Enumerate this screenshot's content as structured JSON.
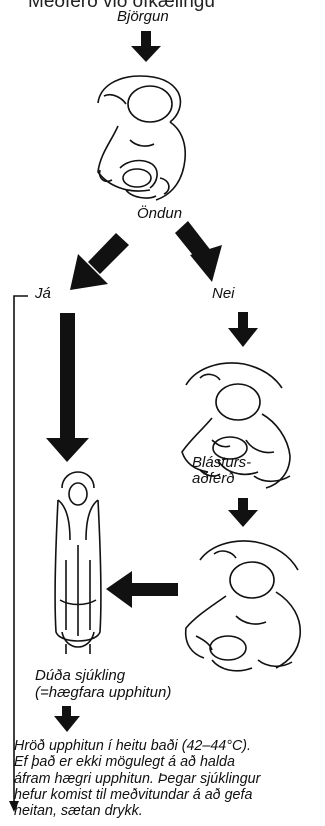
{
  "header": {
    "partial_title": "Meðferð við ofkælingu"
  },
  "labels": {
    "bjorgun": "Björgun",
    "ondun": "Öndun",
    "ja": "Já",
    "nei": "Nei",
    "blasturs_line1": "Blásturs-",
    "blasturs_line2": "aðferð",
    "duda_line1": "Dúða sjúkling",
    "duda_line2": "(=hægfara upphitun)"
  },
  "bottom_note": {
    "line1": "Hröð upphitun í heitu baði (42–44°C).",
    "line2": "Ef það er ekki mögulegt á að halda",
    "line3": "áfram hægri upphitun. Þegar sjúklingur",
    "line4": "hefur komist til meðvitundar á að gefa",
    "line5": "heitan, sætan drykk."
  }
}
